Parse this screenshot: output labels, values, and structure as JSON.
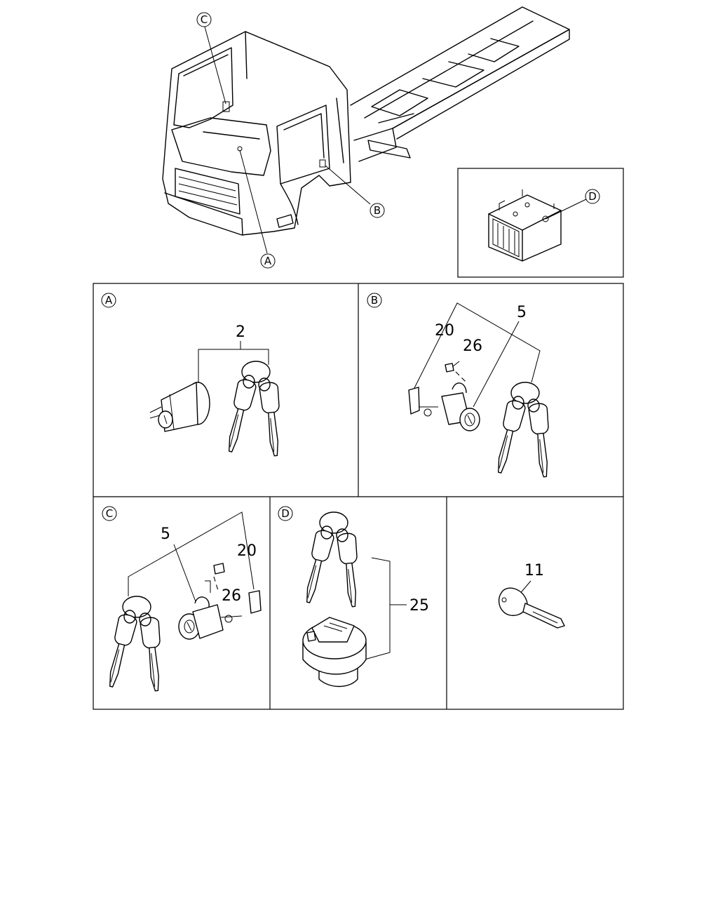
{
  "callouts": {
    "a": "A",
    "b": "B",
    "c": "C",
    "d": "D"
  },
  "panels": {
    "a": {
      "tag": "A",
      "part_numbers": [
        "2"
      ]
    },
    "b": {
      "tag": "B",
      "part_numbers": [
        "20",
        "26",
        "5"
      ]
    },
    "c": {
      "tag": "C",
      "part_numbers": [
        "5",
        "20",
        "26"
      ]
    },
    "d": {
      "tag": "D",
      "part_numbers": [
        "25"
      ]
    },
    "e": {
      "part_numbers": [
        "11"
      ]
    }
  }
}
